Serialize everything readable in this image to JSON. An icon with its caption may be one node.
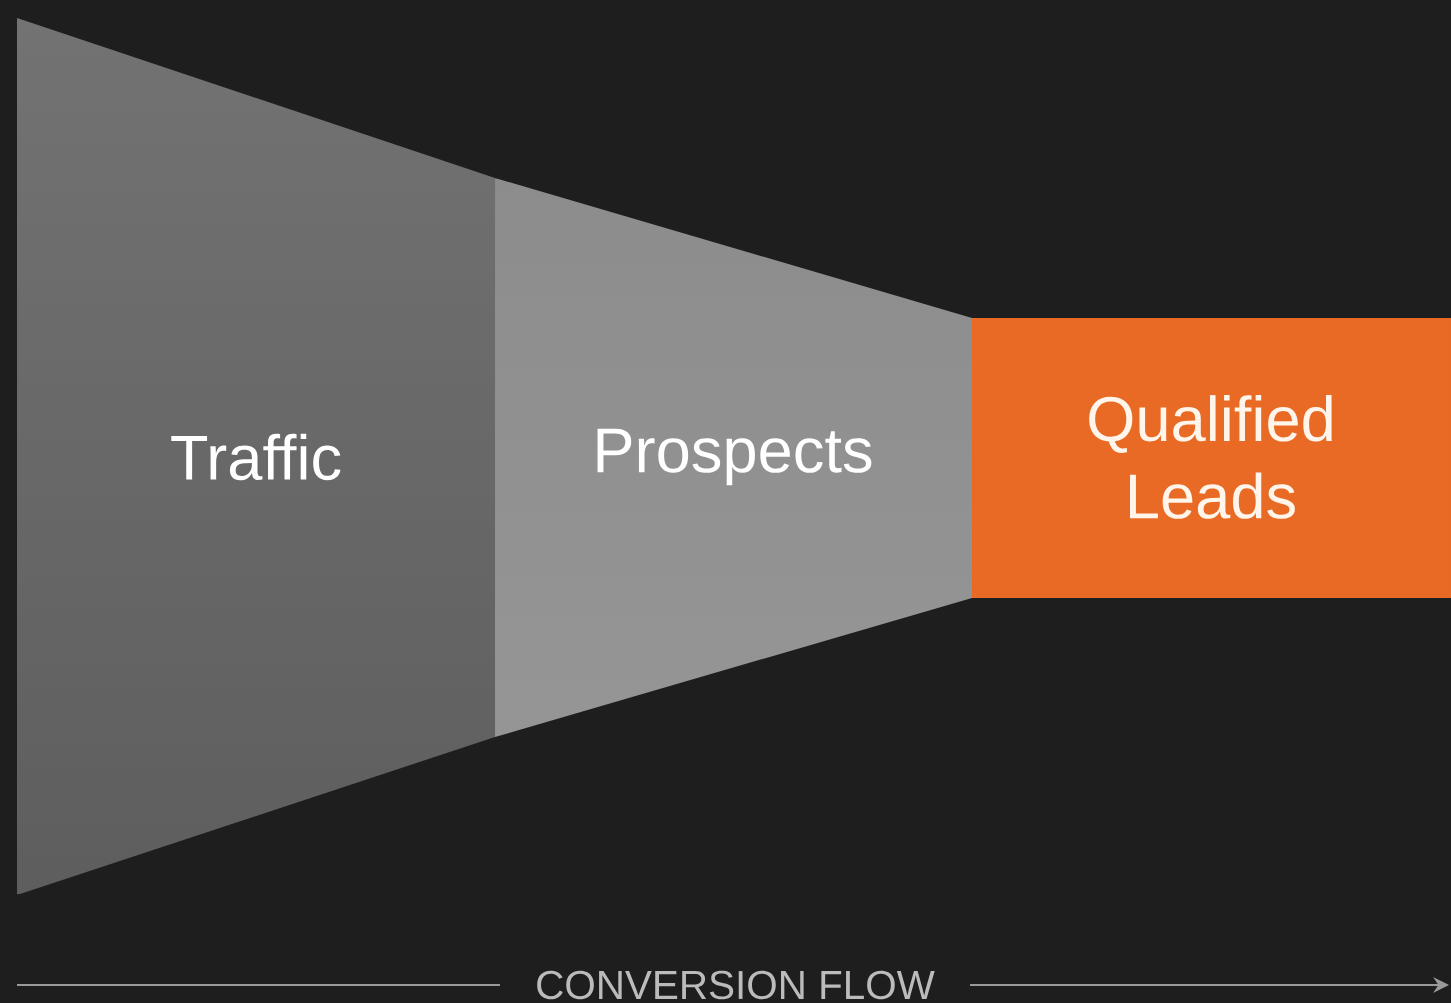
{
  "diagram": {
    "nodes": [
      {
        "text": [
          "Traffic"
        ]
      },
      {
        "text": [
          "Prospects"
        ]
      },
      {
        "text": [
          "Qualified Leads"
        ]
      }
    ],
    "labels": [
      "CONVERSION FLOW"
    ]
  }
}
